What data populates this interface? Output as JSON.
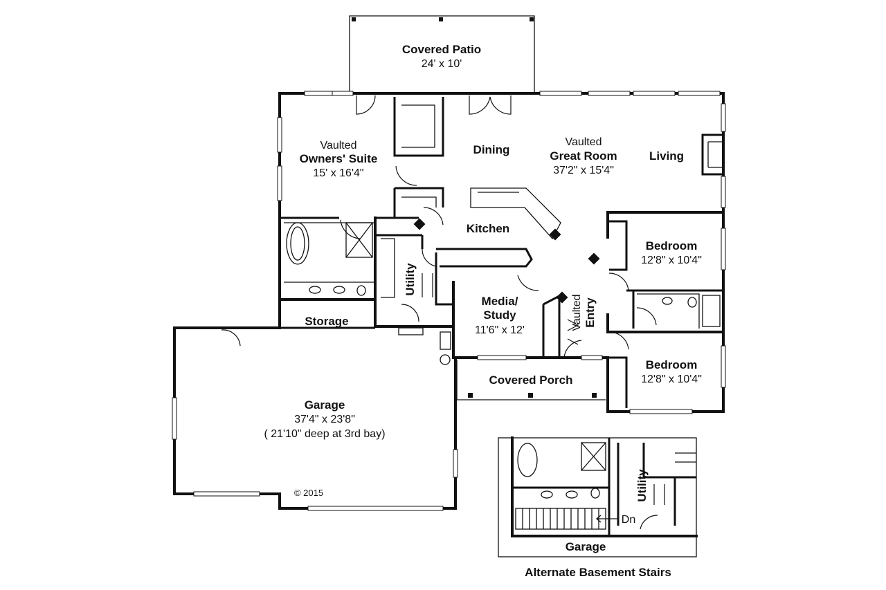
{
  "rooms": {
    "covered_patio": {
      "name": "Covered Patio",
      "size": "24' x 10'"
    },
    "owners_suite": {
      "prefix": "Vaulted",
      "name": "Owners' Suite",
      "size": "15' x 16'4\""
    },
    "dining": {
      "name": "Dining"
    },
    "great_room": {
      "prefix": "Vaulted",
      "name": "Great Room",
      "size": "37'2\" x 15'4\""
    },
    "living": {
      "name": "Living"
    },
    "kitchen": {
      "name": "Kitchen"
    },
    "bedroom_1": {
      "name": "Bedroom",
      "size": "12'8\" x 10'4\""
    },
    "bedroom_2": {
      "name": "Bedroom",
      "size": "12'8\" x 10'4\""
    },
    "utility": {
      "name": "Utility"
    },
    "storage": {
      "name": "Storage"
    },
    "media_study": {
      "name_line1": "Media/",
      "name_line2": "Study",
      "size": "11'6\" x 12'"
    },
    "entry": {
      "prefix": "Vaulted",
      "name": "Entry"
    },
    "covered_porch": {
      "name": "Covered Porch"
    },
    "garage": {
      "name": "Garage",
      "size": "37'4\" x 23'8\"",
      "note": "( 21'10\" deep at 3rd bay)"
    }
  },
  "copyright": "© 2015",
  "inset": {
    "utility": "Utility",
    "dn": "Dn",
    "garage": "Garage",
    "caption": "Alternate Basement Stairs"
  }
}
